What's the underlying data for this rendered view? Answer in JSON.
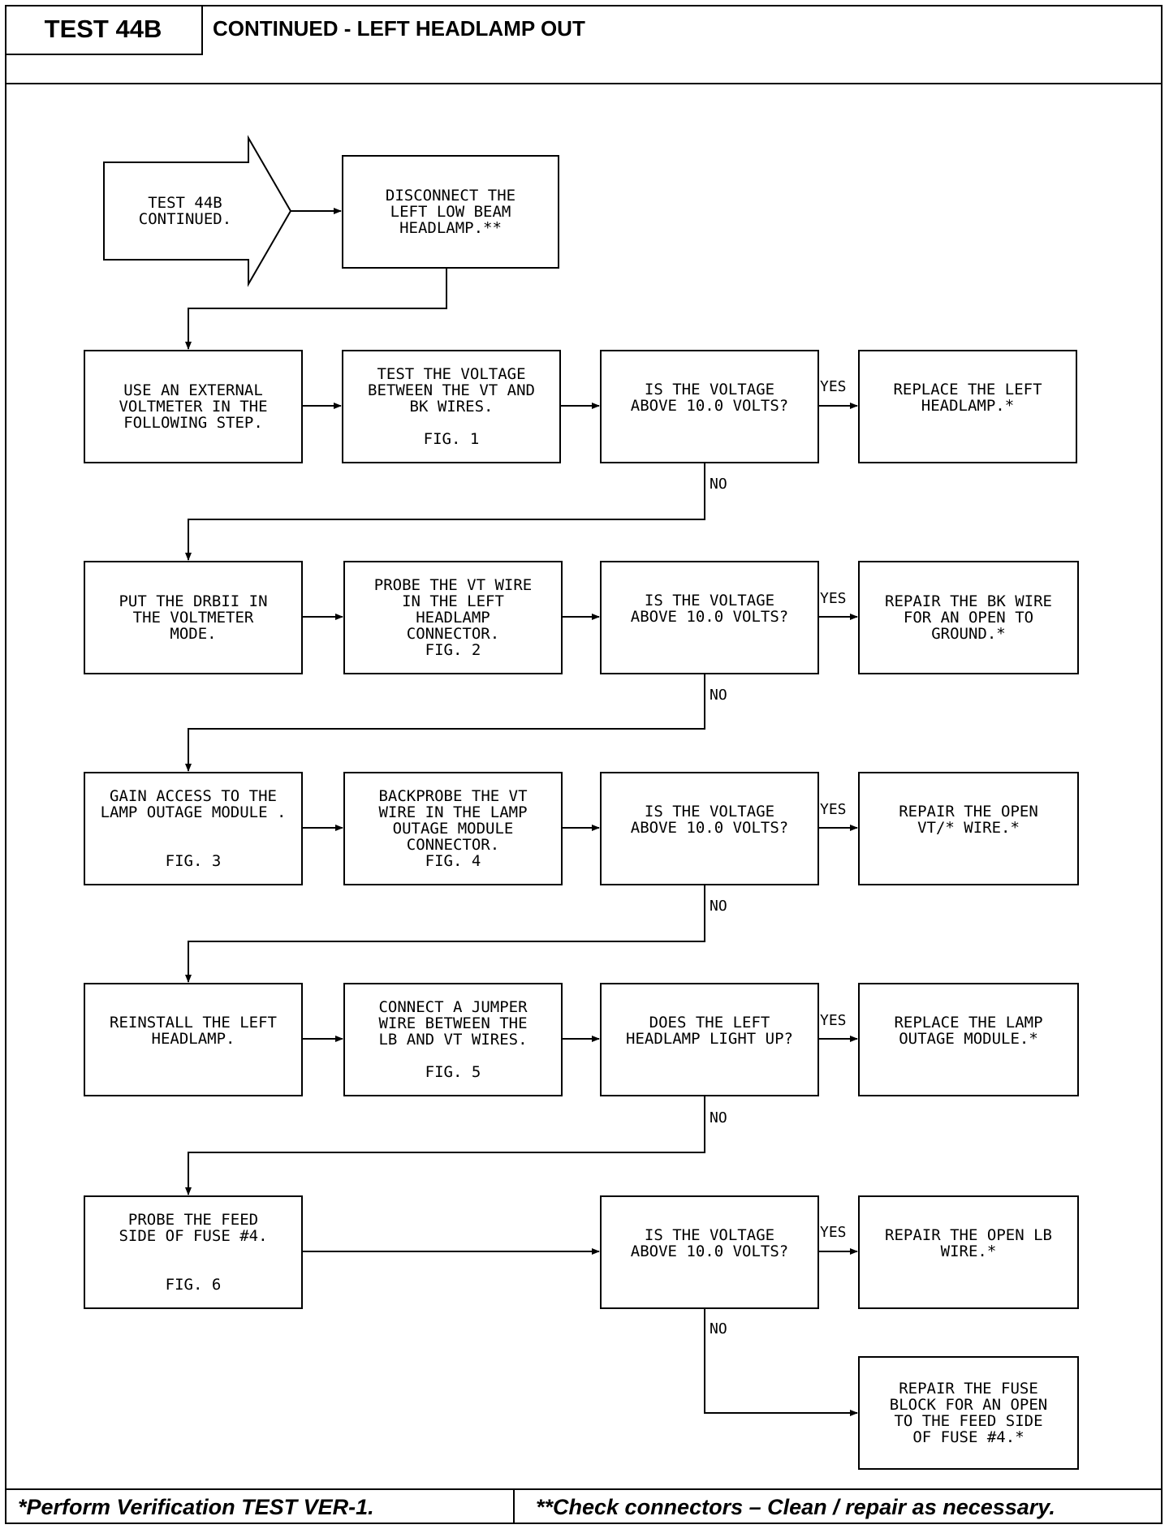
{
  "header": {
    "test_id": "TEST 44B",
    "title": "CONTINUED - LEFT HEADLAMP OUT"
  },
  "footer": {
    "left_note": "*Perform Verification TEST VER-1.",
    "right_note": "**Check connectors – Clean / repair as necessary."
  },
  "nodes": {
    "start": [
      "TEST 44B",
      "CONTINUED."
    ],
    "disconnect": [
      "DISCONNECT THE",
      "LEFT LOW BEAM",
      "HEADLAMP.**"
    ],
    "r1a": [
      "USE AN EXTERNAL",
      "VOLTMETER IN THE",
      "FOLLOWING STEP."
    ],
    "r1b": [
      "TEST THE VOLTAGE",
      "BETWEEN THE VT AND",
      "BK WIRES.",
      "",
      "FIG. 1"
    ],
    "r1c": [
      "IS THE VOLTAGE",
      "ABOVE 10.0 VOLTS?"
    ],
    "r1d": [
      "REPLACE THE LEFT",
      "HEADLAMP.*"
    ],
    "r2a": [
      "PUT THE DRBII IN",
      "THE VOLTMETER",
      "MODE."
    ],
    "r2b": [
      "PROBE THE VT WIRE",
      "IN THE LEFT",
      "HEADLAMP",
      "CONNECTOR.",
      "FIG. 2"
    ],
    "r2c": [
      "IS THE VOLTAGE",
      "ABOVE 10.0 VOLTS?"
    ],
    "r2d": [
      "REPAIR THE BK WIRE",
      "FOR AN OPEN TO",
      "GROUND.*"
    ],
    "r3a": [
      "GAIN ACCESS TO THE",
      "LAMP OUTAGE MODULE .",
      "",
      "",
      "FIG. 3"
    ],
    "r3b": [
      "BACKPROBE THE VT",
      "WIRE IN THE LAMP",
      "OUTAGE MODULE",
      "CONNECTOR.",
      "FIG. 4"
    ],
    "r3c": [
      "IS THE VOLTAGE",
      "ABOVE 10.0 VOLTS?"
    ],
    "r3d": [
      "REPAIR THE OPEN",
      "VT/* WIRE.*"
    ],
    "r4a": [
      "REINSTALL THE LEFT",
      "HEADLAMP."
    ],
    "r4b": [
      "CONNECT A JUMPER",
      "WIRE BETWEEN THE",
      "LB AND VT WIRES.",
      "",
      "FIG. 5"
    ],
    "r4c": [
      "DOES THE LEFT",
      "HEADLAMP LIGHT UP?"
    ],
    "r4d": [
      "REPLACE THE LAMP",
      "OUTAGE MODULE.*"
    ],
    "r5a": [
      "PROBE THE FEED",
      "SIDE OF FUSE #4.",
      "",
      "",
      "FIG. 6"
    ],
    "r5c": [
      "IS THE VOLTAGE",
      "ABOVE 10.0 VOLTS?"
    ],
    "r5d": [
      "REPAIR THE OPEN LB",
      "WIRE.*"
    ],
    "r6d": [
      "REPAIR THE FUSE",
      "BLOCK FOR AN OPEN",
      "TO THE FEED SIDE",
      "OF FUSE #4.*"
    ]
  },
  "labels": {
    "yes": "YES",
    "no": "NO"
  }
}
